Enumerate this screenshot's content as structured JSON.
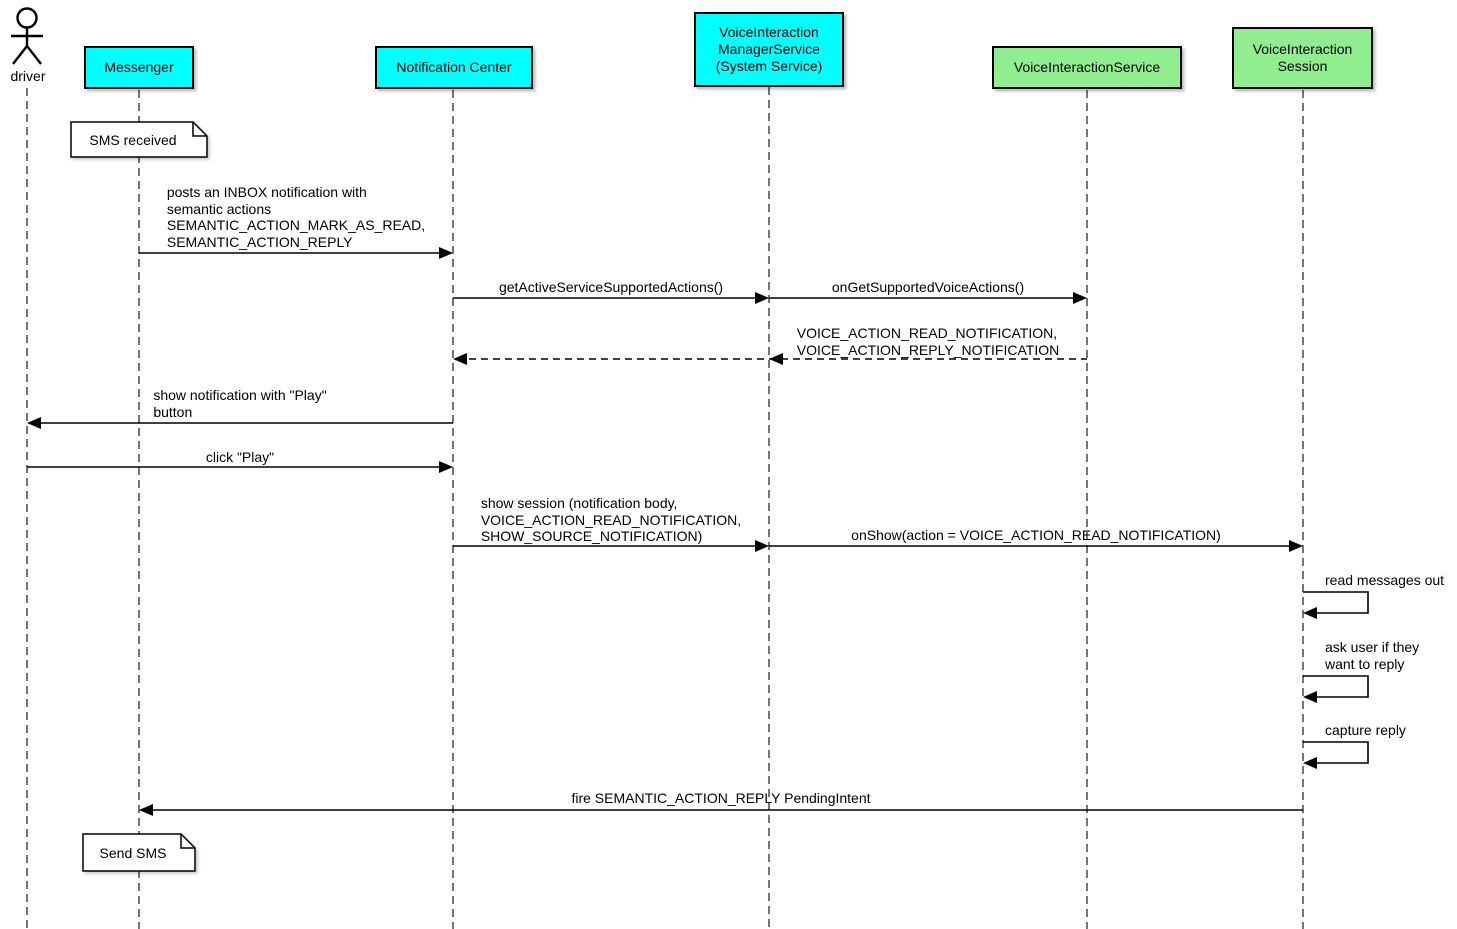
{
  "actor": {
    "label": "driver"
  },
  "participants": [
    {
      "label": "Messenger",
      "color": "#00ffff"
    },
    {
      "label": "Notification Center",
      "color": "#00ffff"
    },
    {
      "label": "VoiceInteraction\nManagerService\n(System Service)",
      "color": "#00ffff"
    },
    {
      "label": "VoiceInteractionService",
      "color": "#90ee90"
    },
    {
      "label": "VoiceInteraction\nSession",
      "color": "#90ee90"
    }
  ],
  "notes": [
    {
      "on": "Messenger",
      "text": "SMS received"
    },
    {
      "on": "Messenger",
      "text": "Send SMS"
    }
  ],
  "messages": [
    {
      "from": "Messenger",
      "to": "Notification Center",
      "style": "solid",
      "text": "posts an INBOX notification with\nsemantic actions\nSEMANTIC_ACTION_MARK_AS_READ,\nSEMANTIC_ACTION_REPLY"
    },
    {
      "from": "Notification Center",
      "to": "VoiceInteraction ManagerService",
      "style": "solid",
      "text": "getActiveServiceSupportedActions()"
    },
    {
      "from": "VoiceInteraction ManagerService",
      "to": "VoiceInteractionService",
      "style": "solid",
      "text": "onGetSupportedVoiceActions()"
    },
    {
      "from": "VoiceInteractionService",
      "to": "Notification Center",
      "style": "dashed-return",
      "text": "VOICE_ACTION_READ_NOTIFICATION,\nVOICE_ACTION_REPLY_NOTIFICATION"
    },
    {
      "from": "Notification Center",
      "to": "driver",
      "style": "solid",
      "text": "show notification with \"Play\"\nbutton"
    },
    {
      "from": "driver",
      "to": "Notification Center",
      "style": "solid",
      "text": "click \"Play\""
    },
    {
      "from": "Notification Center",
      "to": "VoiceInteraction ManagerService",
      "style": "solid",
      "text": "show session (notification body,\nVOICE_ACTION_READ_NOTIFICATION,\nSHOW_SOURCE_NOTIFICATION)"
    },
    {
      "from": "VoiceInteraction ManagerService",
      "to": "VoiceInteraction Session",
      "style": "solid",
      "text": "onShow(action = VOICE_ACTION_READ_NOTIFICATION)"
    },
    {
      "from": "VoiceInteraction Session",
      "to": "VoiceInteraction Session",
      "style": "self",
      "text": "read messages out"
    },
    {
      "from": "VoiceInteraction Session",
      "to": "VoiceInteraction Session",
      "style": "self",
      "text": "ask user if they\nwant to reply"
    },
    {
      "from": "VoiceInteraction Session",
      "to": "VoiceInteraction Session",
      "style": "self",
      "text": "capture reply"
    },
    {
      "from": "VoiceInteraction Session",
      "to": "Messenger",
      "style": "solid",
      "text": "fire SEMANTIC_ACTION_REPLY PendingIntent"
    }
  ],
  "colors": {
    "participant_cyan": "#00ffff",
    "participant_green": "#90ee90",
    "line": "#000000"
  }
}
